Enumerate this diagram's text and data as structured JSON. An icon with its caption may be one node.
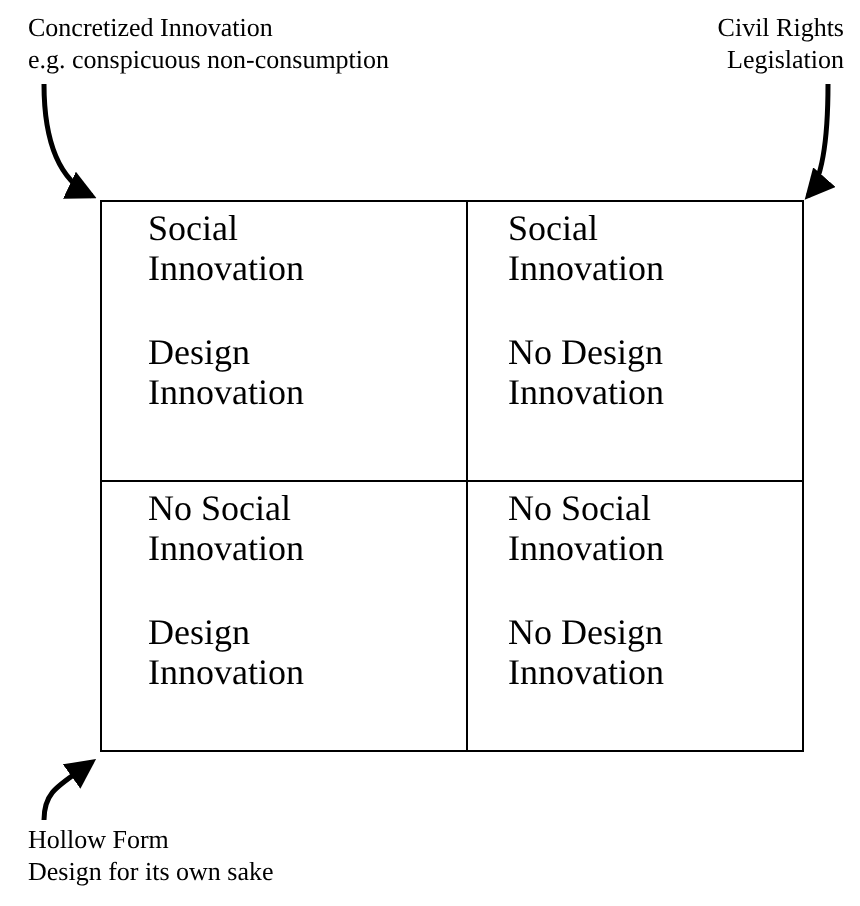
{
  "diagram": {
    "nodes": [
      {
        "text": [
          "Concretized Innovation",
          "e.g. conspicuous non-consumption"
        ]
      },
      {
        "text": [
          "Civil Rights Legislation"
        ]
      },
      {
        "text": [
          "Social Innovation",
          "Design Innovation"
        ]
      },
      {
        "text": [
          "Social Innovation",
          "No Design Innovation"
        ]
      },
      {
        "text": [
          "No Social Innovation",
          "Design Innovation"
        ]
      },
      {
        "text": [
          "No Social Innovation",
          "No Design Innovation"
        ]
      },
      {
        "text": [
          "Hollow Form",
          "Design for its own sake"
        ]
      }
    ],
    "edges": [
      {
        "from": 0,
        "to": 2,
        "arrow": "to"
      },
      {
        "from": 1,
        "to": 3,
        "arrow": "to"
      },
      {
        "from": 6,
        "to": 4,
        "arrow": "to"
      }
    ]
  }
}
